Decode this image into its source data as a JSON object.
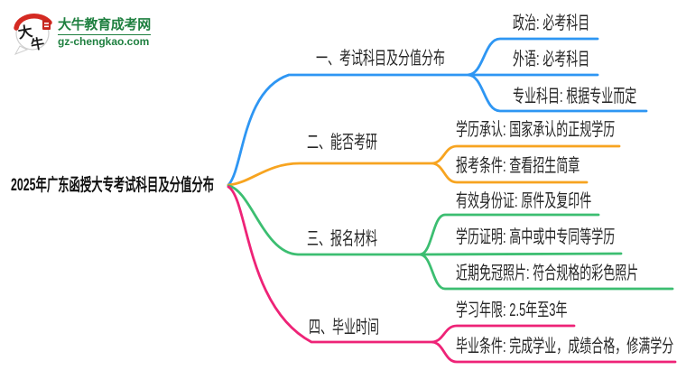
{
  "logo": {
    "title": "大牛教育成考网",
    "domain": "gz-chengkao.com",
    "brand_color": "#1f8040",
    "seal_color": "#c6261e",
    "icon": "daniu-ox-seal-icon"
  },
  "root": {
    "label": "2025年广东函授大专考试科目及分值分布"
  },
  "branches": [
    {
      "label": "一、考试科目及分值分布",
      "color": "#2E96F3",
      "children": [
        "政治: 必考科目",
        "外语: 必考科目",
        "专业科目: 根据专业而定"
      ]
    },
    {
      "label": "二、能否考研",
      "color": "#F7A420",
      "children": [
        "学历承认: 国家承认的正规学历",
        "报考条件: 查看招生简章"
      ]
    },
    {
      "label": "三、报名材料",
      "color": "#3CBE71",
      "children": [
        "有效身份证: 原件及复印件",
        "学历证明: 高中或中专同等学历",
        "近期免冠照片: 符合规格的彩色照片"
      ]
    },
    {
      "label": "四、毕业时间",
      "color": "#EE2377",
      "children": [
        "学习年限: 2.5年至3年",
        "毕业条件: 完成学业，成绩合格，修满学分"
      ]
    }
  ]
}
